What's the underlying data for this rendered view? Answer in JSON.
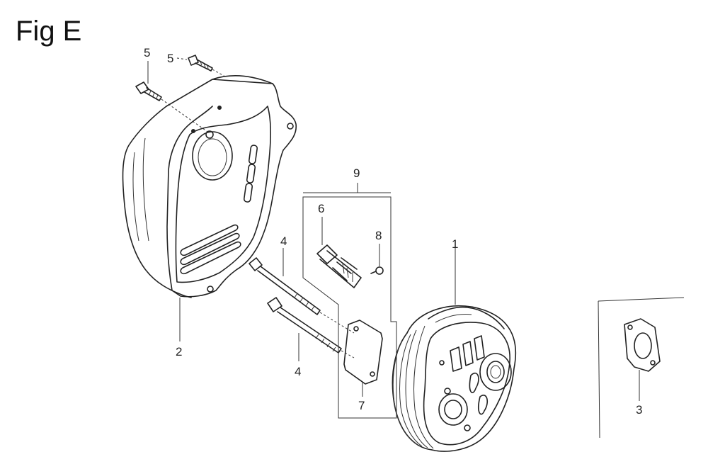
{
  "figure": {
    "title": "Fig E",
    "callouts": [
      {
        "id": "c1",
        "label": "1"
      },
      {
        "id": "c2",
        "label": "2"
      },
      {
        "id": "c3",
        "label": "3"
      },
      {
        "id": "c4a",
        "label": "4"
      },
      {
        "id": "c4b",
        "label": "4"
      },
      {
        "id": "c5a",
        "label": "5"
      },
      {
        "id": "c5b",
        "label": "5"
      },
      {
        "id": "c6",
        "label": "6"
      },
      {
        "id": "c7",
        "label": "7"
      },
      {
        "id": "c8",
        "label": "8"
      },
      {
        "id": "c9",
        "label": "9"
      }
    ]
  }
}
